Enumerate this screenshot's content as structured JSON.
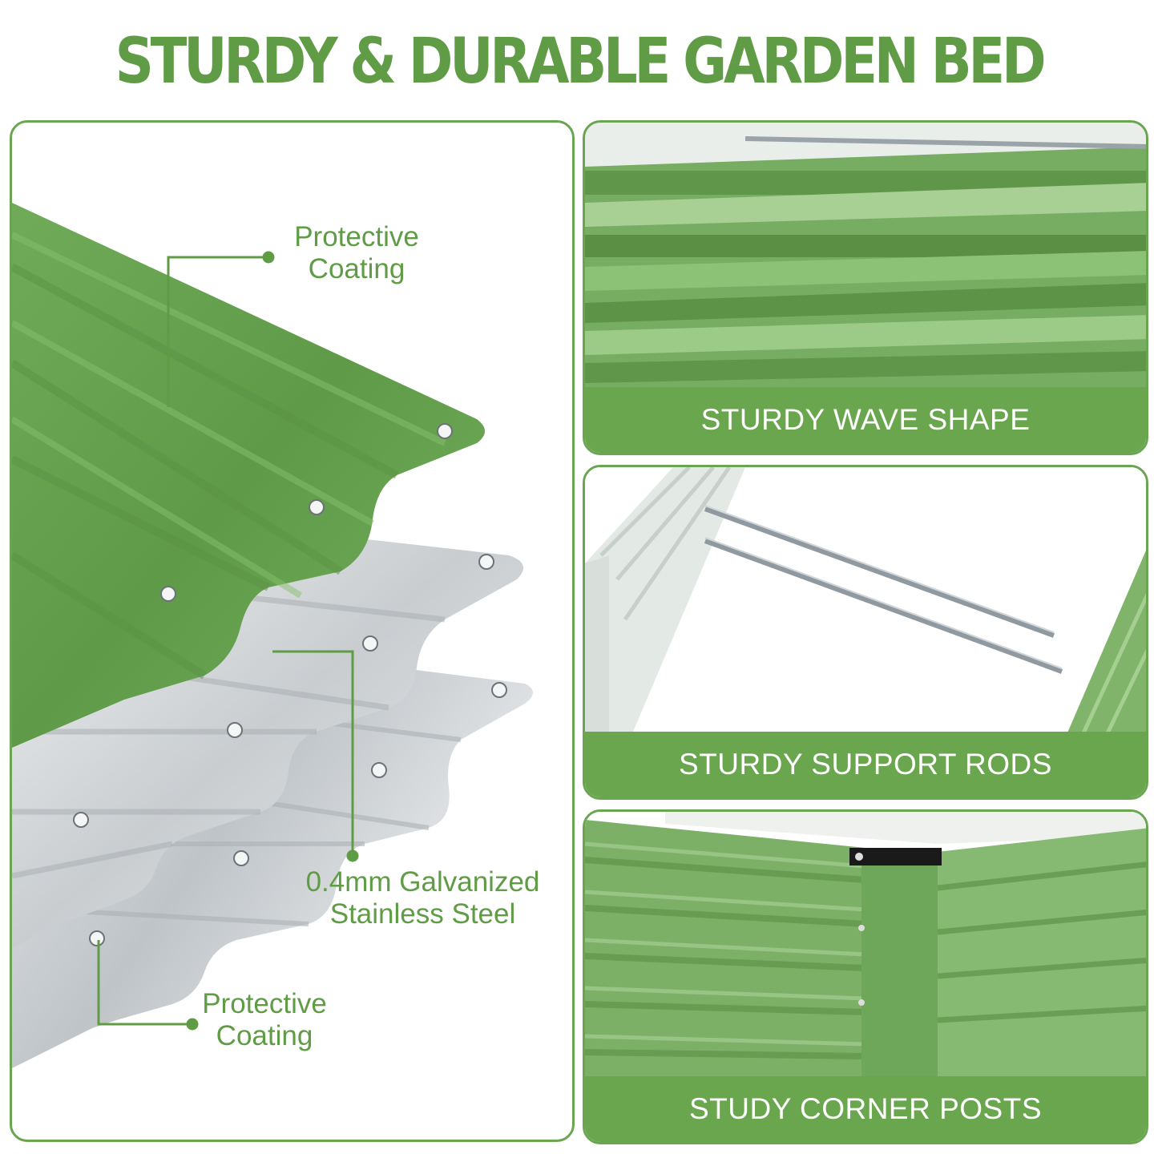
{
  "title": "STURDY & DURABLE GARDEN BED",
  "left_panel": {
    "label_top": {
      "line1": "Protective",
      "line2": "Coating"
    },
    "label_middle": {
      "line1": "0.4mm Galvanized",
      "line2": "Stainless Steel"
    },
    "label_bottom": {
      "line1": "Protective",
      "line2": "Coating"
    }
  },
  "right_panels": [
    {
      "caption": "STURDY WAVE SHAPE"
    },
    {
      "caption": "STURDY SUPPORT RODS"
    },
    {
      "caption": "STUDY CORNER POSTS"
    }
  ],
  "colors": {
    "brand_green": "#69a64e",
    "sheet_green": "#6ea85a",
    "steel": "#d9dcde"
  }
}
